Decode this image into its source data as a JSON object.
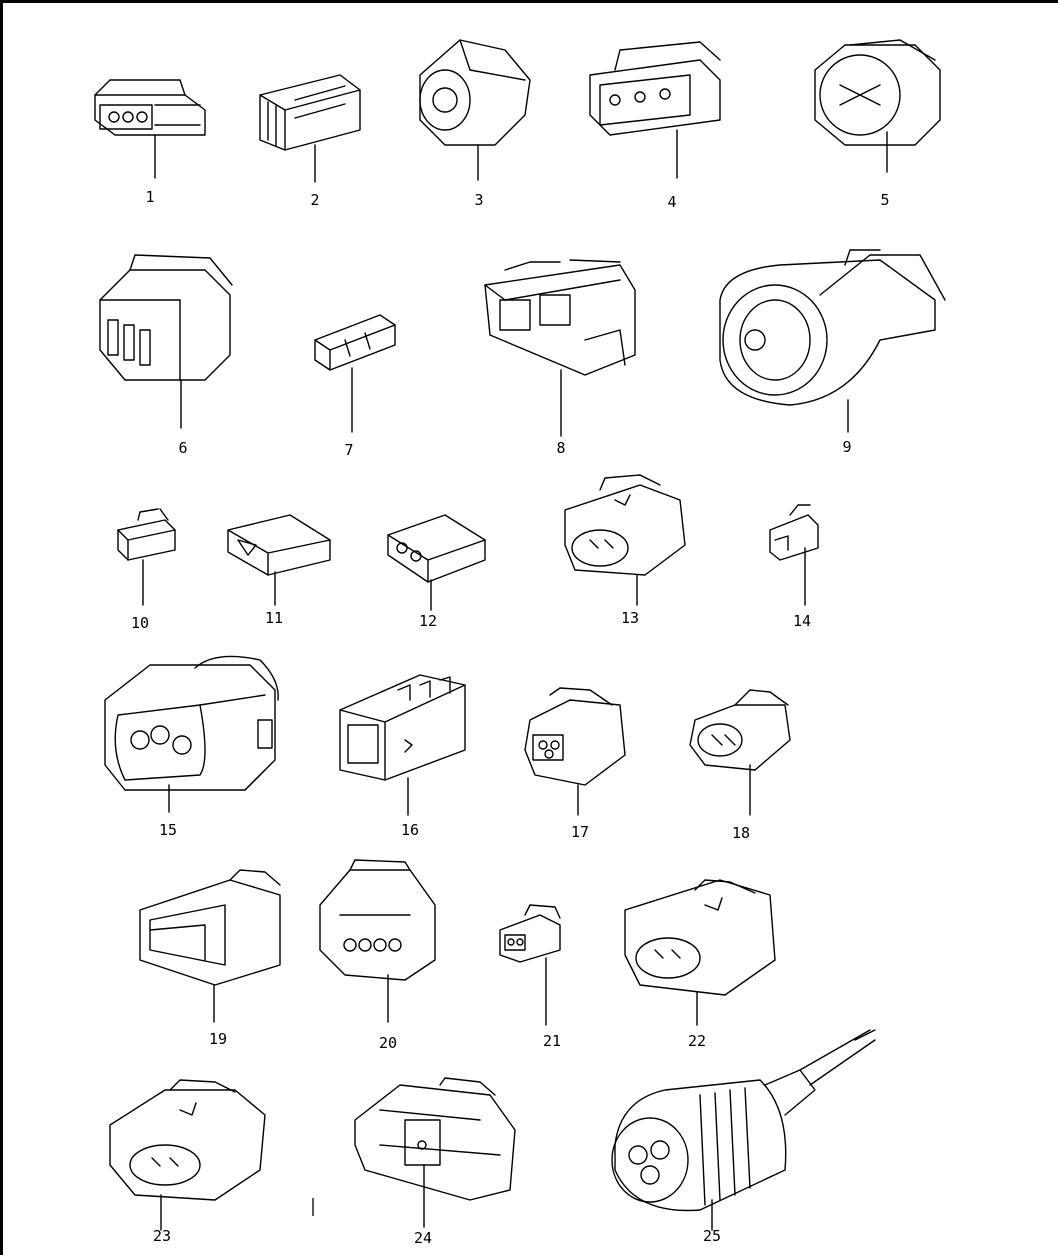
{
  "title": "",
  "parts": [
    {
      "id": 1,
      "label": "1"
    },
    {
      "id": 2,
      "label": "2"
    },
    {
      "id": 3,
      "label": "3"
    },
    {
      "id": 4,
      "label": "4"
    },
    {
      "id": 5,
      "label": "5"
    },
    {
      "id": 6,
      "label": "6"
    },
    {
      "id": 7,
      "label": "7"
    },
    {
      "id": 8,
      "label": "8"
    },
    {
      "id": 9,
      "label": "9"
    },
    {
      "id": 10,
      "label": "10"
    },
    {
      "id": 11,
      "label": "11"
    },
    {
      "id": 12,
      "label": "12"
    },
    {
      "id": 13,
      "label": "13"
    },
    {
      "id": 14,
      "label": "14"
    },
    {
      "id": 15,
      "label": "15"
    },
    {
      "id": 16,
      "label": "16"
    },
    {
      "id": 17,
      "label": "17"
    },
    {
      "id": 18,
      "label": "18"
    },
    {
      "id": 19,
      "label": "19"
    },
    {
      "id": 20,
      "label": "20"
    },
    {
      "id": 21,
      "label": "21"
    },
    {
      "id": 22,
      "label": "22"
    },
    {
      "id": 23,
      "label": "23"
    },
    {
      "id": 24,
      "label": "24"
    },
    {
      "id": 25,
      "label": "25"
    }
  ]
}
